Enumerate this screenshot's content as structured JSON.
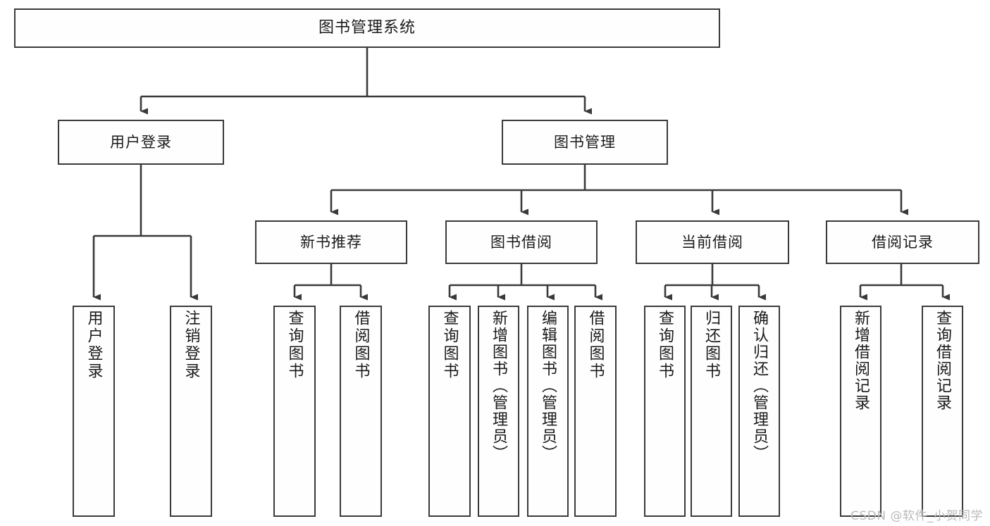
{
  "diagram": {
    "title": "图书管理系统",
    "type": "tree-hierarchy",
    "root": {
      "label": "图书管理系统"
    },
    "level2": [
      {
        "id": "user-login",
        "label": "用户登录"
      },
      {
        "id": "book-manage",
        "label": "图书管理"
      }
    ],
    "level3": [
      {
        "id": "new-book-recommend",
        "label": "新书推荐",
        "parent": "book-manage"
      },
      {
        "id": "book-borrow",
        "label": "图书借阅",
        "parent": "book-manage"
      },
      {
        "id": "current-borrow",
        "label": "当前借阅",
        "parent": "book-manage"
      },
      {
        "id": "borrow-record",
        "label": "借阅记录",
        "parent": "book-manage"
      }
    ],
    "leaves": {
      "user-login": [
        {
          "id": "leaf-user-login",
          "label": "用户登录"
        },
        {
          "id": "leaf-logout-login",
          "label": "注销登录"
        }
      ],
      "new-book-recommend": [
        {
          "id": "leaf-query-book-1",
          "label": "查询图书"
        },
        {
          "id": "leaf-borrow-book-1",
          "label": "借阅图书"
        }
      ],
      "book-borrow": [
        {
          "id": "leaf-query-book-2",
          "label": "查询图书"
        },
        {
          "id": "leaf-add-book",
          "label": "新增图书（管理员）"
        },
        {
          "id": "leaf-edit-book",
          "label": "编辑图书（管理员）"
        },
        {
          "id": "leaf-borrow-book-2",
          "label": "借阅图书"
        }
      ],
      "current-borrow": [
        {
          "id": "leaf-query-book-3",
          "label": "查询图书"
        },
        {
          "id": "leaf-return-book",
          "label": "归还图书"
        },
        {
          "id": "leaf-confirm-return",
          "label": "确认归还（管理员）"
        }
      ],
      "borrow-record": [
        {
          "id": "leaf-add-record",
          "label": "新增借阅记录"
        },
        {
          "id": "leaf-query-record",
          "label": "查询借阅记录"
        }
      ]
    },
    "colors": {
      "border": "#3a3a3a",
      "box_fill": "#fefefe",
      "edge": "#3a3a3a",
      "text": "#1a1a1a",
      "watermark": "#b9b9b9",
      "background": "#ffffff"
    }
  },
  "watermark": {
    "text": "CSDN @软件_小贺同学"
  }
}
